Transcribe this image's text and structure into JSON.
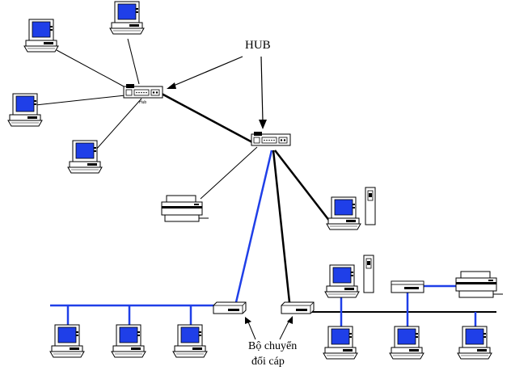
{
  "labels": {
    "hub_callout": "HUB",
    "hub_small": "Hub",
    "converter_line1": "Bộ chuyển",
    "converter_line2": "đổi cáp"
  },
  "colors": {
    "screen": "#1f3fe8",
    "thin_cable": "#000000",
    "blue_cable": "#1f3fe8",
    "device_fill": "#ffffff",
    "device_stroke": "#000000"
  },
  "icons": {
    "pc": "pc-icon",
    "tower_pc": "tower-pc-icon",
    "printer": "printer-icon",
    "hub": "hub-icon",
    "converter": "converter-icon"
  }
}
